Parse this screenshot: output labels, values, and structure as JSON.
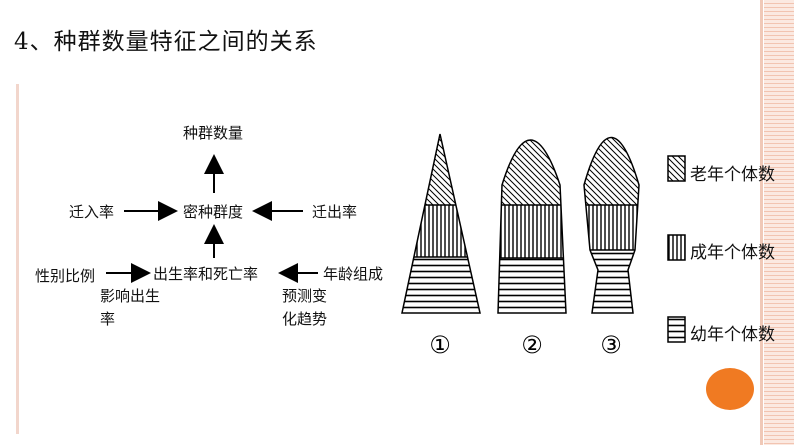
{
  "slide": {
    "title": "4、种群数量特征之间的关系"
  },
  "flow": {
    "population_size": "种群数量",
    "immigration": "迁入率",
    "density": "密种群度",
    "emigration": "迁出率",
    "sex_ratio": "性别比例",
    "affects_birth": "影响出生率",
    "birth_death": "出生率和死亡率",
    "age_structure": "年龄组成",
    "predicts_change": "预测变化趋势"
  },
  "pyramids": {
    "labels": [
      "①",
      "②",
      "③"
    ]
  },
  "legend": {
    "old": "老年个体数",
    "adult": "成年个体数",
    "young": "幼年个体数"
  },
  "colors": {
    "accent_orange": "#f07a22",
    "frame_pink": "#f2c4b1"
  }
}
